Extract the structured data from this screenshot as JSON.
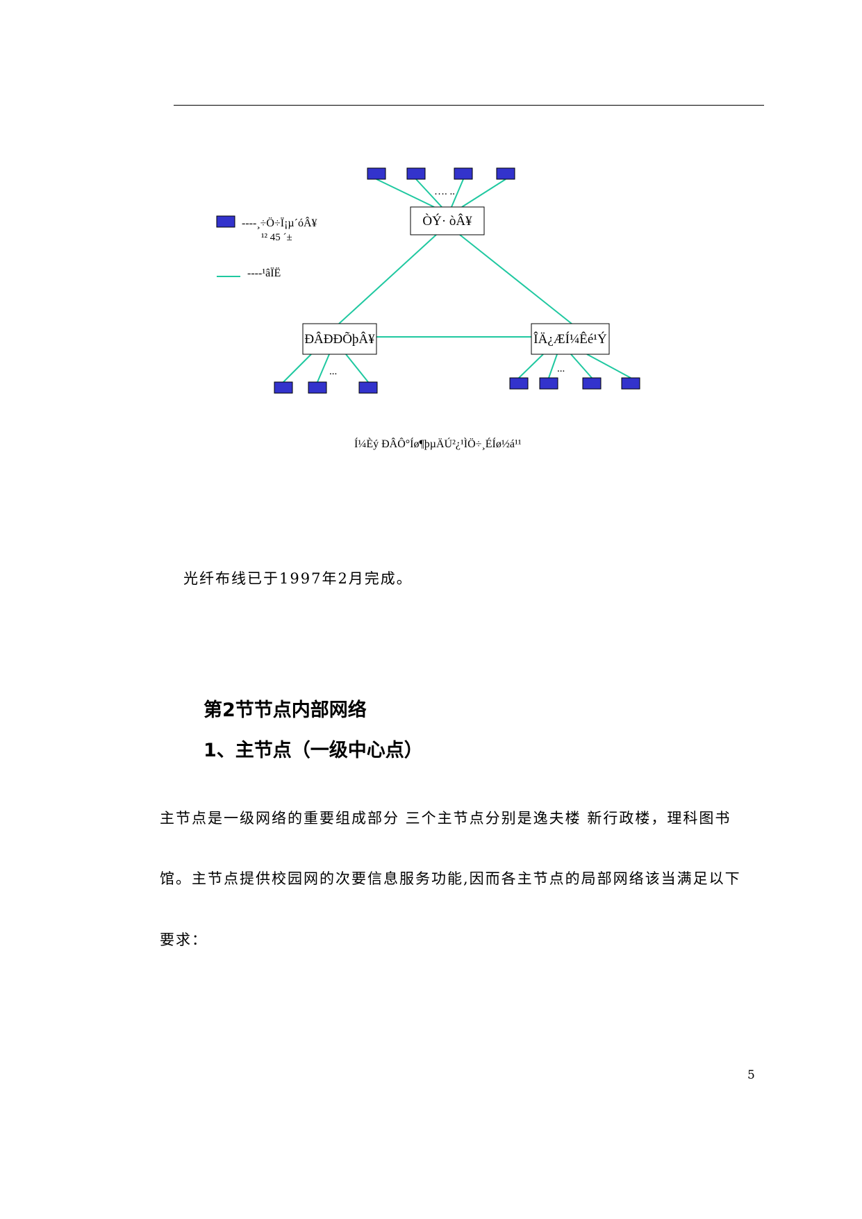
{
  "diagram": {
    "center_node_label": "ÒÝ· òÂ¥",
    "left_node_label": "ÐÂÐÐÕþÂ¥",
    "right_node_label": "ÎÄ¿ÆÍ¼Êé¹Ý",
    "top_ellipsis": "…. ..",
    "left_ellipsis": "...",
    "right_ellipsis": "...",
    "legend_node_text_line1": "----¸÷Ö÷Ï¡µ´óÂ¥",
    "legend_node_text_line2": "¹² 45 ´±",
    "legend_link_text": "----¹âÏË",
    "caption": "Í¼Èý    ÐÂÔ°Íø¶þµÄÚ²¿¹ÌÖ÷¸ÉÍø½á¹¹",
    "colors": {
      "node": "#3333cc",
      "link": "#1fc8a0"
    }
  },
  "text": {
    "line1": "光纤布线已于1997年2月完成。",
    "section_heading": "第2节节点内部网络",
    "subsection_heading": "1、主节点（一级中心点）",
    "para_line1": "主节点是一级网络的重要组成部分 三个主节点分别是逸夫楼  新行政楼，理科图书",
    "para_line2": "馆。主节点提供校园网的次要信息服务功能,因而各主节点的局部网络该当满足以下",
    "para_line3": "要求："
  },
  "footer": {
    "page_number": "5"
  }
}
